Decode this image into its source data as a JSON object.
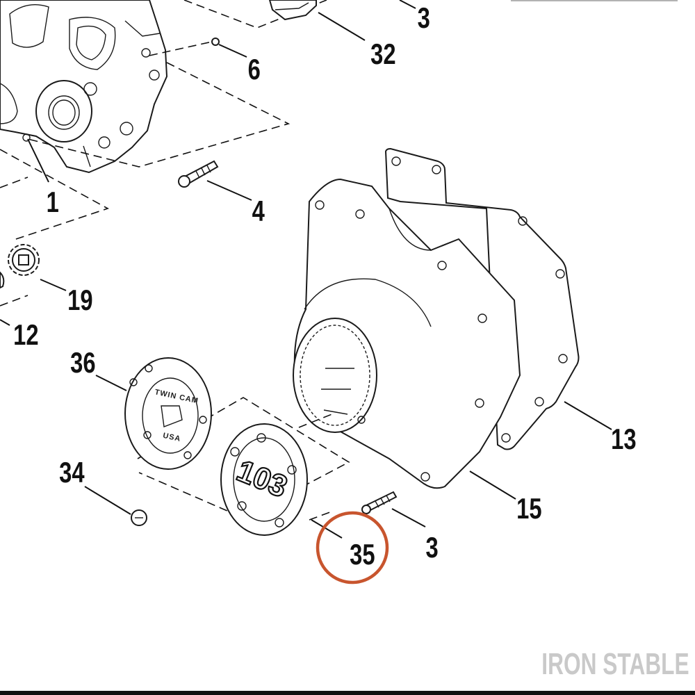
{
  "callouts": {
    "c3_top": "3",
    "c32": "32",
    "c6": "6",
    "c1": "1",
    "c4": "4",
    "c19": "19",
    "c12": "12",
    "c36": "36",
    "c13": "13",
    "c34": "34",
    "c15": "15",
    "c3_bottom": "3",
    "c35": "35"
  },
  "cover_text": {
    "twin_cam": "TWIN CAM",
    "usa": "USA",
    "displacement": "103"
  },
  "watermark": "IRON STABLE",
  "colors": {
    "highlight_circle": "#c8552e",
    "watermark": "#c9c9c9",
    "line": "#111111",
    "bottom_bar": "#111111"
  }
}
